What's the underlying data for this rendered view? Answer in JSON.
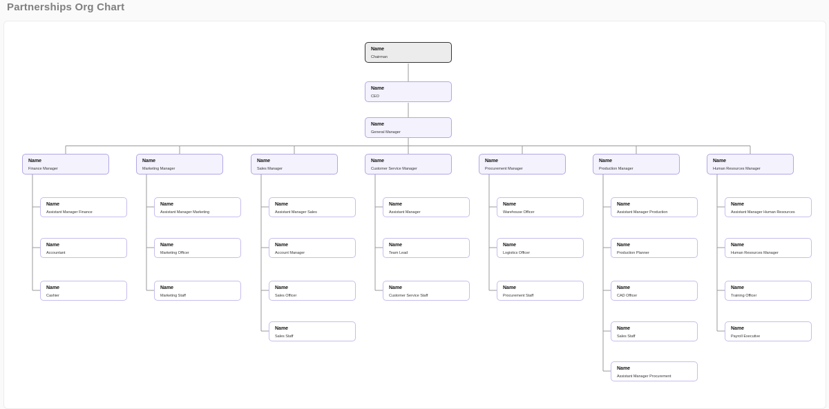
{
  "page_title": "Partnerships Org Chart",
  "node_name_label": "Name",
  "org": {
    "top_chain": [
      "Chairman",
      "CEO",
      "General Manager"
    ],
    "branches": [
      {
        "manager": "Finance Manager",
        "children": [
          "Assistant Manager Finance",
          "Accountant",
          "Cashier"
        ]
      },
      {
        "manager": "Marketing Manager",
        "children": [
          "Assistant Manager Marketing",
          "Marketing Officer",
          "Marketing Staff"
        ]
      },
      {
        "manager": "Sales Manager",
        "children": [
          "Assistant Manager Sales",
          "Account Manager",
          "Sales Officer",
          "Sales Staff"
        ]
      },
      {
        "manager": "Customer Service Manager",
        "children": [
          "Assistant Manager",
          "Team Lead",
          "Customer Service Staff"
        ]
      },
      {
        "manager": "Procurement Manager",
        "children": [
          "Warehouse Officer",
          "Logistics Officer",
          "Procurement Staff"
        ]
      },
      {
        "manager": "Production Manager",
        "children": [
          "Assistant Manager Production",
          "Production Planner",
          "CAD Officer",
          "Sales Staff",
          "Assistant Manager Procurement"
        ]
      },
      {
        "manager": "Human Resources Manager",
        "children": [
          "Assistant Manager Human Resources",
          "Human Resources Manager",
          "Training Officer",
          "Payroll Executive"
        ]
      }
    ]
  },
  "colors": {
    "root_fill": "#ececec",
    "root_border": "#333333",
    "level2_fill": "#f4f2fd",
    "level2_border": "#b1a7e4",
    "child_fill": "#ffffff",
    "child_border": "#c6bcee",
    "connector": "#999999",
    "title": "#808080"
  }
}
